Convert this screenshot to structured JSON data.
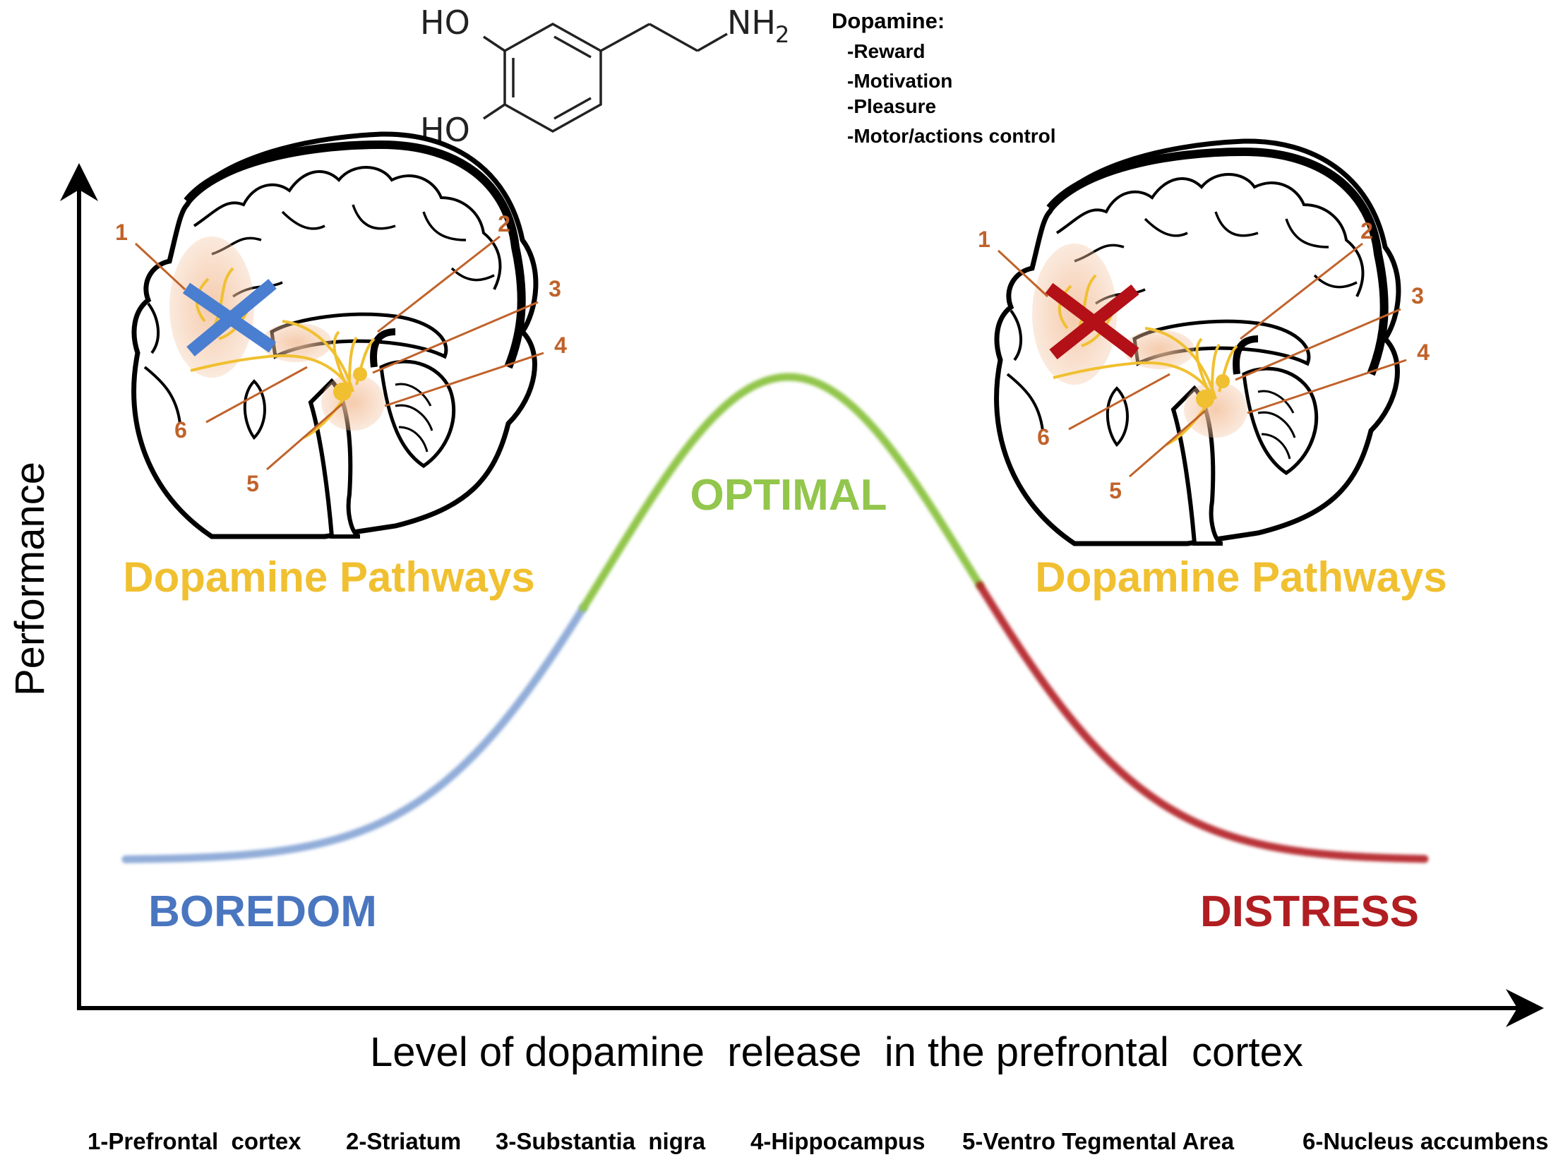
{
  "molecule": {
    "groups": [
      "HO",
      "HO",
      "NH",
      "2"
    ]
  },
  "dopamine_box": {
    "heading": "Dopamine:",
    "functions": [
      "-Reward",
      "-Motivation",
      "-Pleasure",
      "-Motor/actions  control"
    ]
  },
  "axes": {
    "y_label": "Performance",
    "x_label": "Level of dopamine  release  in the prefrontal  cortex"
  },
  "zones": {
    "left": "BOREDOM",
    "center": "OPTIMAL",
    "right": "DISTRESS"
  },
  "brains": {
    "pathways_label": "Dopamine Pathways",
    "markers": [
      "1",
      "2",
      "3",
      "4",
      "5",
      "6"
    ]
  },
  "legend": [
    "1-Prefrontal  cortex",
    "2-Striatum",
    "3-Substantia  nigra",
    "4-Hippocampus",
    "5-Ventro Tegmental Area",
    "6-Nucleus accumbens"
  ],
  "colors": {
    "boredom": "#4a76c0",
    "optimal": "#92c64c",
    "distress": "#b11e22",
    "pathways": "#f0c030",
    "marker": "#c0622a",
    "x_mark_left": "#4a7ed0",
    "x_mark_right": "#b41018"
  }
}
